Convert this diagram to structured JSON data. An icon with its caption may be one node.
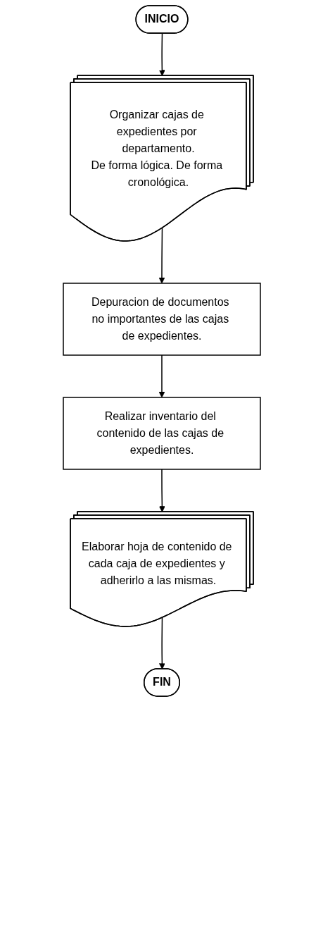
{
  "diagram": {
    "nodes": [
      {
        "text": [
          "INICIO"
        ]
      },
      {
        "text": [
          "Organizar cajas de expedientes por departamento.",
          "De forma lógica. De forma cronológica."
        ]
      },
      {
        "text": [
          "Depuracion de documentos no importantes de las cajas de expedientes."
        ]
      },
      {
        "text": [
          "Realizar inventario del contenido de las cajas de expedientes."
        ]
      },
      {
        "text": [
          "Elaborar hoja de contenido de cada caja de expedientes y adherirlo a las mismas."
        ]
      },
      {
        "text": [
          "FIN"
        ]
      }
    ],
    "edges": [
      {
        "from": 0,
        "to": 1,
        "arrow": "to"
      },
      {
        "from": 1,
        "to": 2,
        "arrow": "to"
      },
      {
        "from": 2,
        "to": 3,
        "arrow": "to"
      },
      {
        "from": 3,
        "to": 4,
        "arrow": "to"
      },
      {
        "from": 4,
        "to": 5,
        "arrow": "to"
      }
    ]
  }
}
